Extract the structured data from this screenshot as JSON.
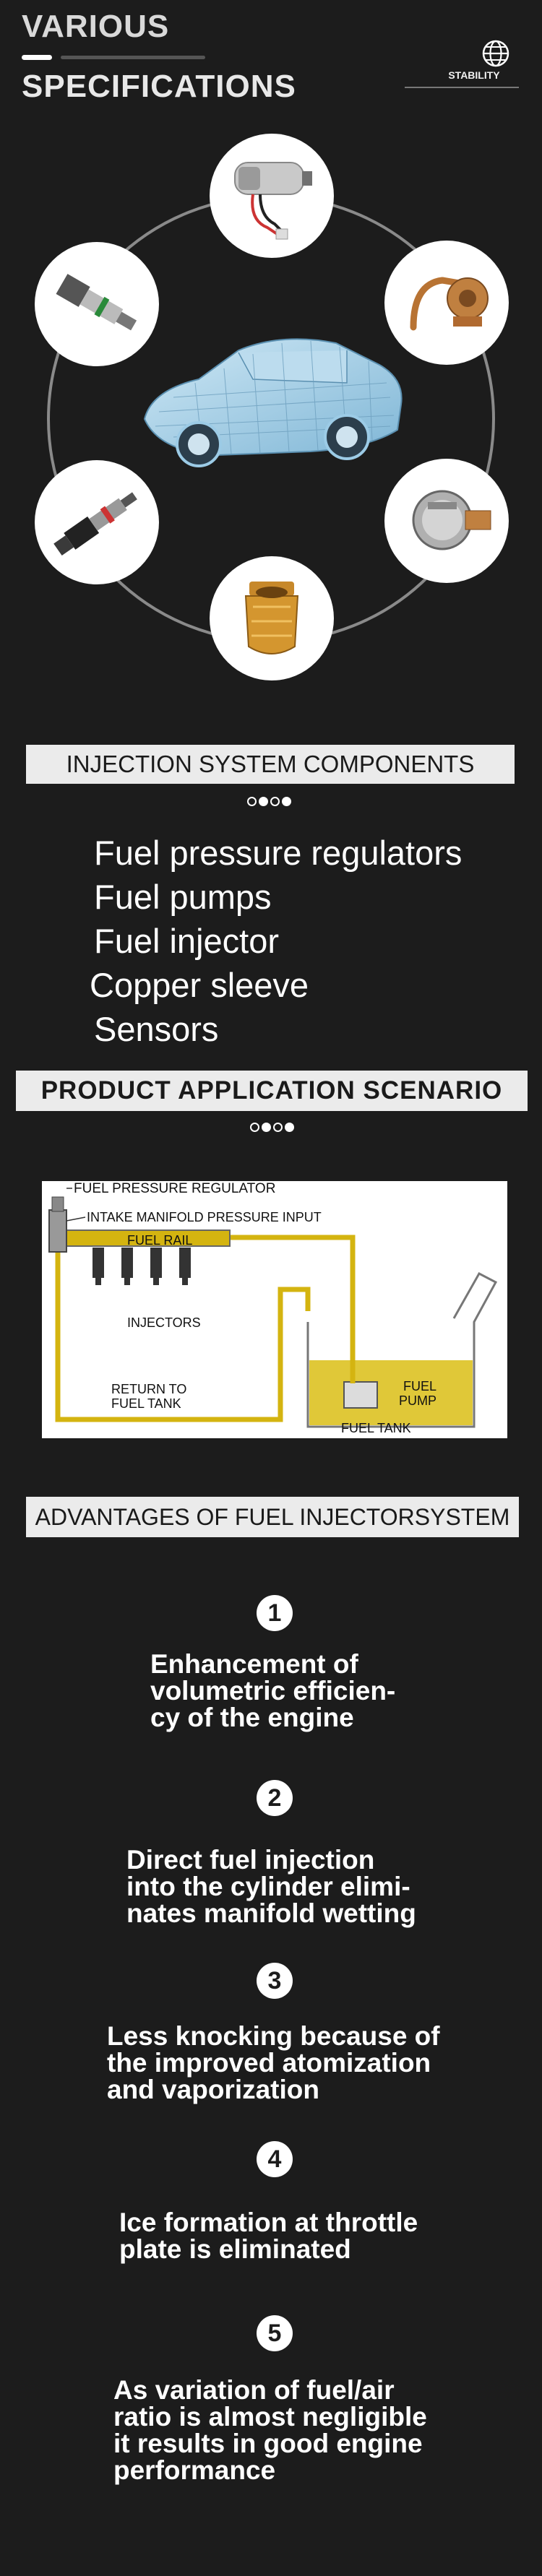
{
  "header": {
    "title_line1": "VARIOUS",
    "title_line2": "SPECIFICATIONS",
    "badge": "STABILITY"
  },
  "icons": [
    "globe-icon"
  ],
  "hero": {
    "components": [
      "fuel-pump",
      "pressure-regulator",
      "fuel-rail-bracket",
      "fuel-injector",
      "copper-sleeve",
      "fuel-injector-2"
    ],
    "center": "wireframe-car"
  },
  "components_section": {
    "title": "INJECTION SYSTEM COMPONENTS",
    "items": [
      "Fuel pressure regulators",
      "Fuel pumps",
      "Fuel injector",
      "Copper sleeve",
      "Sensors"
    ]
  },
  "application_section": {
    "title": "PRODUCT APPLICATION SCENARIO",
    "diagram": {
      "labels": {
        "regulator": "FUEL PRESSURE REGULATOR",
        "intake": "INTAKE MANIFOLD PRESSURE INPUT",
        "rail": "FUEL RAIL",
        "injectors": "INJECTORS",
        "return_line1": "RETURN TO",
        "return_line2": "FUEL TANK",
        "pump_line1": "FUEL",
        "pump_line2": "PUMP",
        "tank": "FUEL TANK"
      },
      "colors": {
        "fuel": "#d4b410",
        "tank_fill": "#e0c838"
      }
    }
  },
  "advantages_section": {
    "title": "ADVANTAGES OF FUEL INJECTORSYSTEM",
    "items": [
      {
        "number": "1",
        "lines": [
          "Enhancement of",
          "volumetric efficien-",
          "cy of the engine"
        ]
      },
      {
        "number": "2",
        "lines": [
          "Direct fuel injection",
          "into the cylinder elimi-",
          "nates manifold wetting"
        ]
      },
      {
        "number": "3",
        "lines": [
          "Less knocking because of",
          "the improved atomization",
          "and vaporization"
        ]
      },
      {
        "number": "4",
        "lines": [
          "Ice formation at throttle",
          "plate is eliminated"
        ]
      },
      {
        "number": "5",
        "lines": [
          "As variation of fuel/air",
          "ratio is almost negligible",
          "it results in good engine",
          "performance"
        ]
      }
    ]
  }
}
